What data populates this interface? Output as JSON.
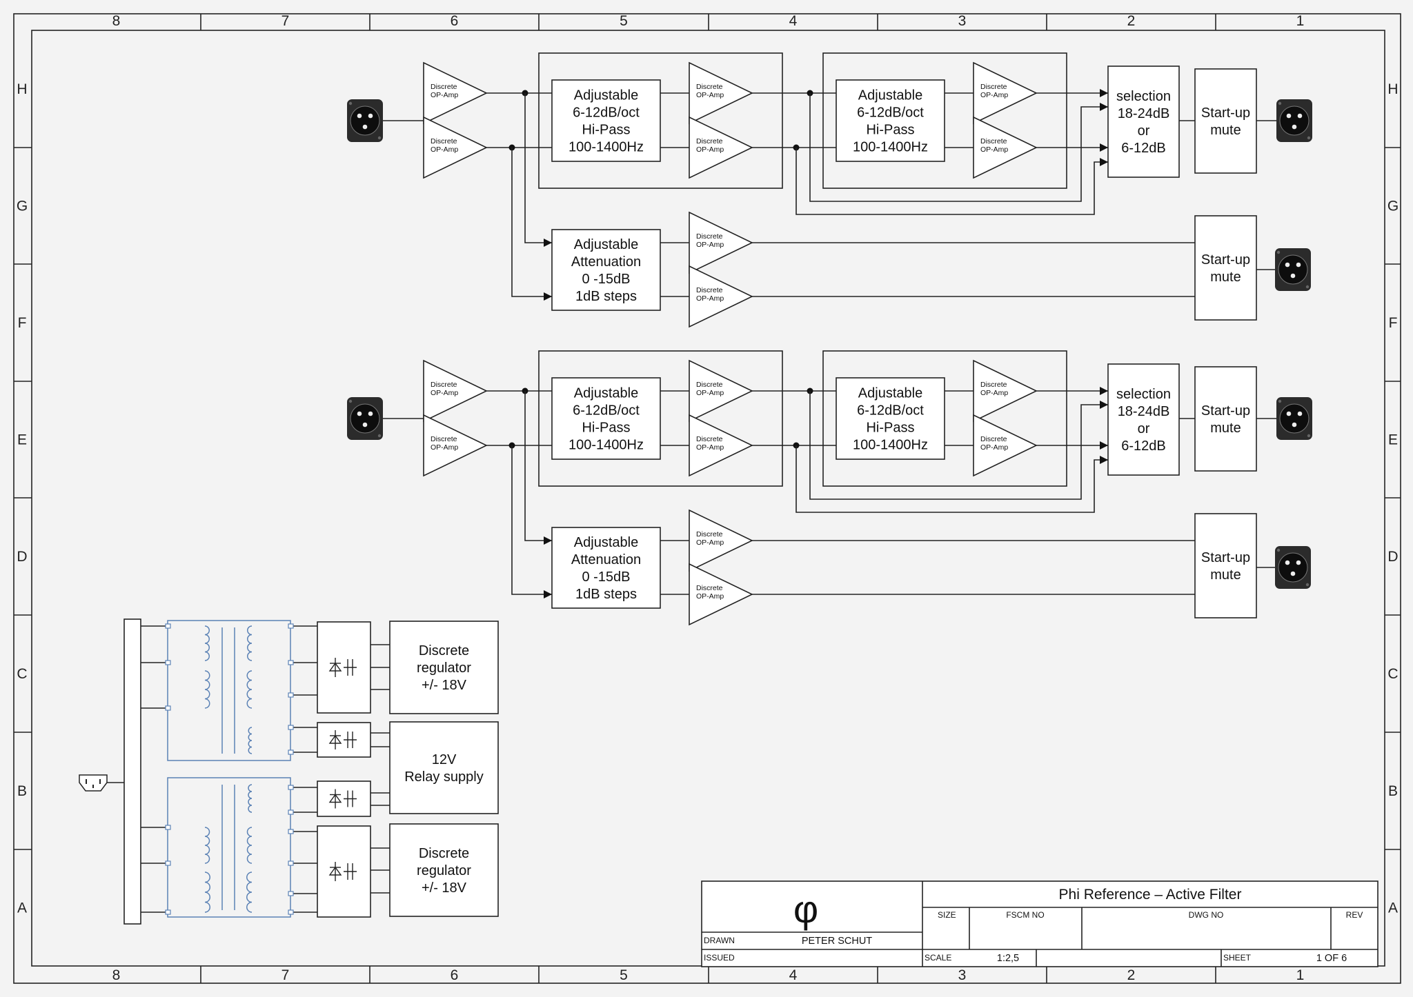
{
  "grid": {
    "columns": [
      "8",
      "7",
      "6",
      "5",
      "4",
      "3",
      "2",
      "1"
    ],
    "rows": [
      "H",
      "G",
      "F",
      "E",
      "D",
      "C",
      "B",
      "A"
    ]
  },
  "labels": {
    "opamp_line1": "Discrete",
    "opamp_line2": "OP-Amp",
    "hipass": [
      "Adjustable",
      "6-12dB/oct",
      "Hi-Pass",
      "100-1400Hz"
    ],
    "attenuation": [
      "Adjustable",
      "Attenuation",
      "0 -15dB",
      "1dB steps"
    ],
    "selection": [
      "selection",
      "18-24dB",
      "or",
      "6-12dB"
    ],
    "mute": [
      "Start-up",
      "mute"
    ],
    "regulator": [
      "Discrete",
      "regulator",
      "+/- 18V"
    ],
    "relay": [
      "12V",
      "Relay supply"
    ]
  },
  "title_block": {
    "logo": "φ",
    "title": "Phi Reference – Active Filter",
    "size_label": "SIZE",
    "fscm_label": "FSCM NO",
    "dwg_label": "DWG NO",
    "rev_label": "REV",
    "drawn_label": "DRAWN",
    "drawn_value": "PETER SCHUT",
    "issued_label": "ISSUED",
    "scale_label": "SCALE",
    "scale_value": "1:2,5",
    "sheet_label": "SHEET",
    "sheet_value": "1 OF 6"
  },
  "colors": {
    "line": "#222222",
    "transformer": "#5b82b5",
    "connector": "#2b2b2b",
    "background": "#f3f3f3"
  }
}
